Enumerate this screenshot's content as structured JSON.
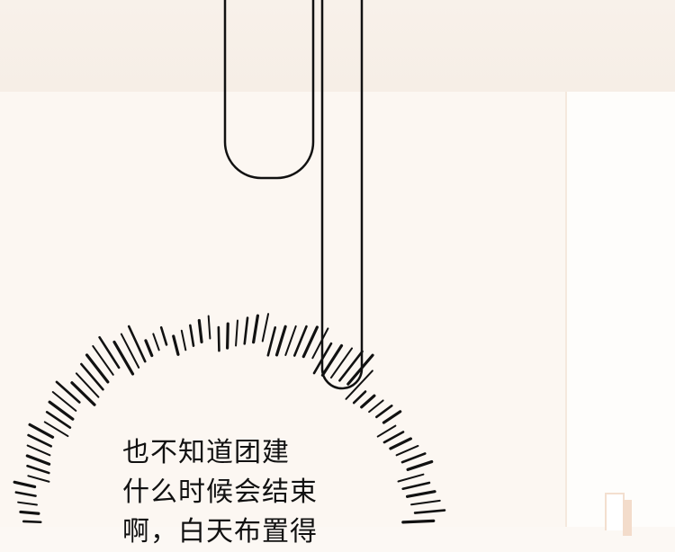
{
  "caption": {
    "lines": [
      "也不知道团建",
      "什么时候会结束",
      "啊，白天布置得"
    ]
  },
  "colors": {
    "background": "#fcf8f4",
    "ink": "#111111"
  }
}
